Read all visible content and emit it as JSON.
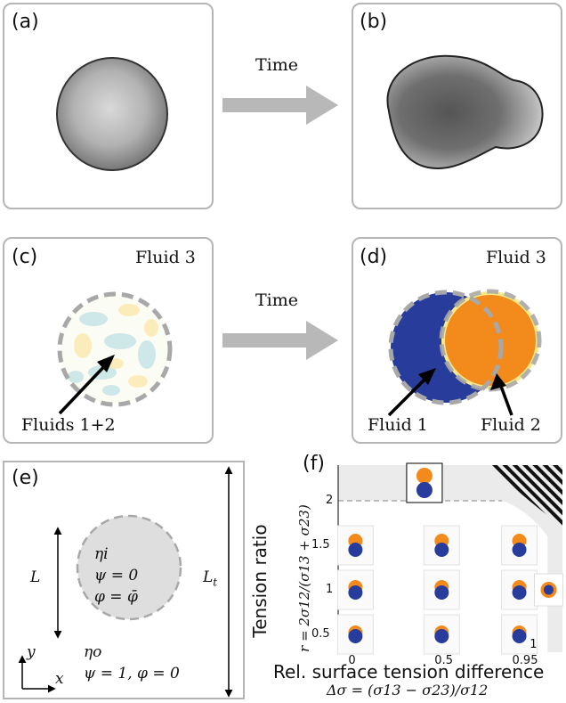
{
  "labels": {
    "a": "(a)",
    "b": "(b)",
    "c": "(c)",
    "d": "(d)",
    "e": "(e)",
    "f": "(f)"
  },
  "arrows": {
    "time_top": "Time",
    "time_mid": "Time"
  },
  "panel_c": {
    "outer": "Fluid 3",
    "pointer": "Fluids 1+2"
  },
  "panel_d": {
    "outer": "Fluid 3",
    "left": "Fluid 1",
    "right": "Fluid 2"
  },
  "panel_e": {
    "L": "L",
    "Lt": "L",
    "Lt_sub": "t",
    "eta_i": "ηi",
    "psi_in": "ψ = 0",
    "phi_in": "φ = φ̄",
    "eta_o": "ηo",
    "outside": "ψ = 1, φ = 0",
    "y": "y",
    "x": "x"
  },
  "colors": {
    "fluid1": "#283c9c",
    "fluid2": "#f28a1c",
    "border": "#b5b5b5"
  },
  "chart_data": {
    "type": "scatter",
    "ylabel_line1": "Tension ratio",
    "ylabel_line2": "r = 2σ12/(σ13 + σ23)",
    "xlabel_line1": "Rel. surface tension difference",
    "xlabel_line2": "Δσ = (σ13 − σ23)/σ12",
    "x_ticks": [
      "0",
      "0.5",
      "0.95",
      "1"
    ],
    "y_ticks": [
      "0.5",
      "1",
      "1.5",
      "2"
    ],
    "xlim": [
      -0.1,
      1.2
    ],
    "ylim": [
      0.3,
      2.4
    ],
    "points": [
      {
        "x": 0,
        "y": 0.5
      },
      {
        "x": 0,
        "y": 1
      },
      {
        "x": 0,
        "y": 1.5
      },
      {
        "x": 0.5,
        "y": 0.5
      },
      {
        "x": 0.5,
        "y": 1
      },
      {
        "x": 0.5,
        "y": 1.5
      },
      {
        "x": 0.95,
        "y": 0.5
      },
      {
        "x": 0.95,
        "y": 1
      },
      {
        "x": 0.95,
        "y": 1.5
      }
    ]
  }
}
